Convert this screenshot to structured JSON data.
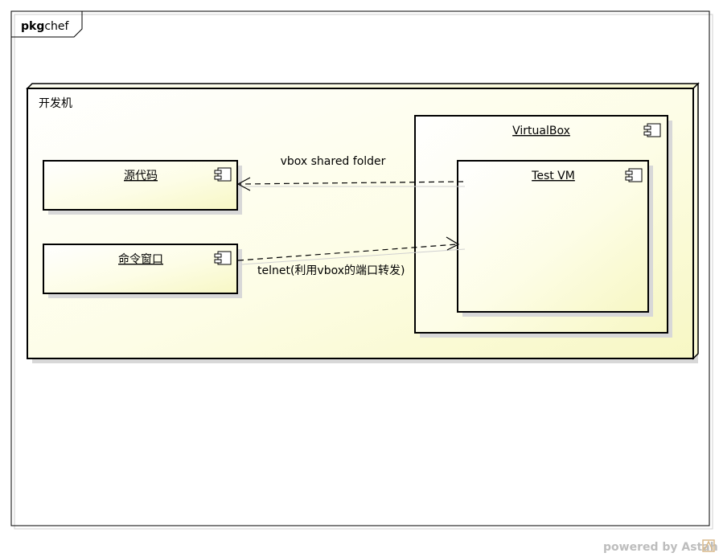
{
  "frame": {
    "keyword": "pkg",
    "name": "chef"
  },
  "node": {
    "name": "开发机"
  },
  "components": {
    "source_code": {
      "name": "源代码"
    },
    "command_window": {
      "name": "命令窗口"
    },
    "virtualbox": {
      "name": "VirtualBox"
    },
    "test_vm": {
      "name": "Test VM"
    }
  },
  "dependencies": {
    "shared_folder": {
      "label": "vbox shared folder"
    },
    "telnet": {
      "label": "telnet(利用vbox的端口转发)"
    }
  },
  "watermark": {
    "prefix": "powered by ",
    "brand": "Astah"
  },
  "colors": {
    "fill_start": "#fdfde8",
    "fill_end": "#f8f8c8",
    "shadow": "#d8d8d8",
    "stroke": "#000000",
    "watermark": "#bdbdbd"
  }
}
